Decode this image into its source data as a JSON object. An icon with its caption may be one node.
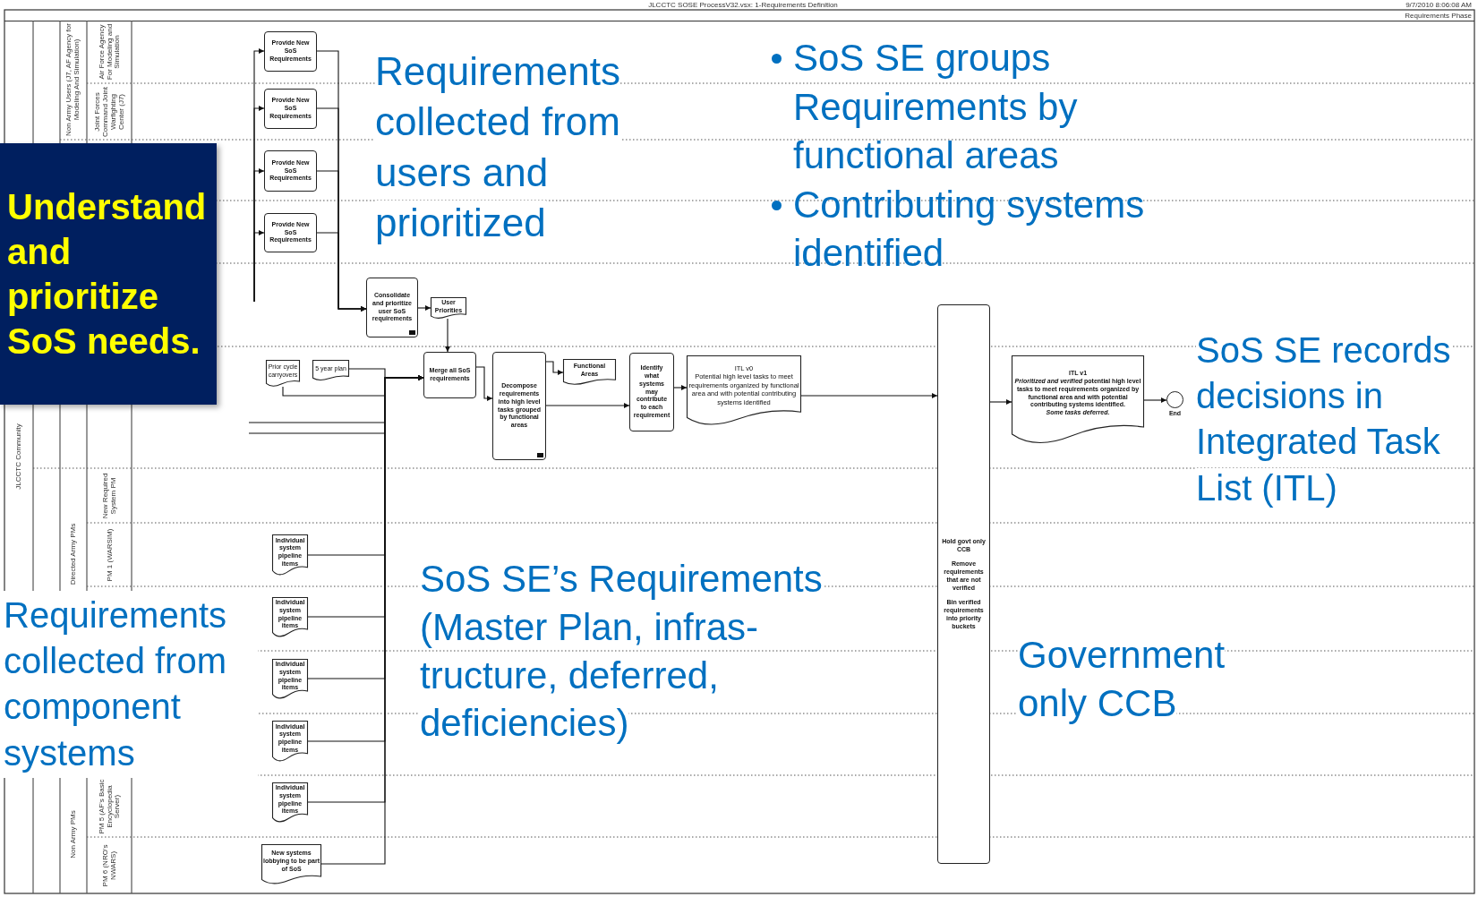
{
  "diagram": {
    "nodes": [
      {
        "text": [
          "Provide New SoS Requirements"
        ]
      },
      {
        "text": [
          "Provide New SoS Requirements"
        ]
      },
      {
        "text": [
          "Provide New SoS Requirements"
        ]
      },
      {
        "text": [
          "Provide New SoS Requirements"
        ]
      },
      {
        "text": [
          "Consolidate and prioritize user SoS requirements"
        ]
      },
      {
        "text": [
          "User Priorities"
        ]
      },
      {
        "text": [
          "Prior cycle carryovers"
        ]
      },
      {
        "text": [
          "5 year plan"
        ]
      },
      {
        "text": [
          "Merge all SoS requirements"
        ]
      },
      {
        "text": [
          "Decompose requirements into high level tasks grouped by functional areas"
        ]
      },
      {
        "text": [
          "Functional Areas"
        ]
      },
      {
        "text": [
          "Identify what systems may contribute to each requirement"
        ]
      },
      {
        "text": [
          "ITL v0",
          "Potential high level tasks to meet requirements organized by functional area and with potential contributing systems identified"
        ]
      },
      {
        "text": [
          "Hold govt only CCB",
          "Remove requirements that are not verified",
          "Bin verified requirements into priority buckets"
        ]
      },
      {
        "text": [
          "ITL v1",
          "*Prioritized and verified* potential high level tasks to meet requirements organized by functional area and with potential contributing systems identified.",
          "Some tasks deferred."
        ]
      },
      {
        "text": [],
        "shape": "circle",
        "beside": [
          "End"
        ]
      },
      {
        "text": [
          "Individual system pipeline items"
        ]
      },
      {
        "text": [
          "Individual system pipeline items"
        ]
      },
      {
        "text": [
          "Individual system pipeline items"
        ]
      },
      {
        "text": [
          "Individual system pipeline items"
        ]
      },
      {
        "text": [
          "Individual system pipeline items"
        ]
      },
      {
        "text": [
          "New systems lobbying to be part of SoS"
        ]
      },
      {
        "text": [
          "Understand and prioritize SoS needs."
        ]
      }
    ],
    "edges": [
      {
        "from": null,
        "to": 0,
        "arrow": "to"
      },
      {
        "from": null,
        "to": 1,
        "arrow": "to"
      },
      {
        "from": null,
        "to": 2,
        "arrow": "to"
      },
      {
        "from": null,
        "to": 3,
        "arrow": "to"
      },
      {
        "from": 0,
        "to": 4,
        "arrow": "to"
      },
      {
        "from": 1,
        "to": 4,
        "arrow": "to"
      },
      {
        "from": 2,
        "to": 4,
        "arrow": "to"
      },
      {
        "from": 3,
        "to": 4,
        "arrow": "to"
      },
      {
        "from": 4,
        "to": 5,
        "arrow": "to"
      },
      {
        "from": 5,
        "to": 8,
        "arrow": "to"
      },
      {
        "from": 6,
        "to": 8,
        "arrow": "to"
      },
      {
        "from": 7,
        "to": 8,
        "arrow": "to"
      },
      {
        "from": null,
        "to": 8,
        "arrow": "to"
      },
      {
        "from": null,
        "to": 8,
        "arrow": "to"
      },
      {
        "from": 16,
        "to": 8,
        "arrow": "to"
      },
      {
        "from": 17,
        "to": 8,
        "arrow": "to"
      },
      {
        "from": 18,
        "to": 8,
        "arrow": "to"
      },
      {
        "from": 19,
        "to": 8,
        "arrow": "to"
      },
      {
        "from": 20,
        "to": 8,
        "arrow": "to"
      },
      {
        "from": 21,
        "to": 8,
        "arrow": "to"
      },
      {
        "from": 8,
        "to": 9,
        "arrow": "to"
      },
      {
        "from": 9,
        "to": 10,
        "arrow": "to"
      },
      {
        "from": 9,
        "to": 11,
        "arrow": "to"
      },
      {
        "from": 11,
        "to": 12,
        "arrow": "to"
      },
      {
        "from": 12,
        "to": 13,
        "arrow": "to"
      },
      {
        "from": 13,
        "to": 14,
        "arrow": "to"
      },
      {
        "from": 14,
        "to": 15,
        "arrow": "to"
      }
    ],
    "labels": [
      "JLCCTC SOSE ProcessV32.vsx: 1-Requirements Definition",
      "9/7/2010 8:06:08 AM",
      "Requirements Phase",
      "Non Army Users (J7, AF Agency for Modeling And Simulation)",
      "Air Force Agency For Modeling and Simulation",
      "Joint Forces Command Joint Warfighting Center (J7)",
      "JLCCTC Community",
      "New Required System PM",
      "Directed Army PMs",
      "PM 1 (WARSIM)",
      "Non Army PMs",
      "PM 5 (AF's Basic Encyclopedia Server)",
      "PM 6 (NRO's NWARS)",
      "Requirements collected from users and prioritized",
      "SoS SE groups Requirements by functional areas",
      "Contributing systems identified",
      "SoS SE records decisions in Integrated Task List (ITL)",
      "Requirements collected from component systems",
      "SoS SE’s Requirements (Master Plan, infras- tructure, deferred, deficiencies)",
      "Government only CCB"
    ]
  }
}
